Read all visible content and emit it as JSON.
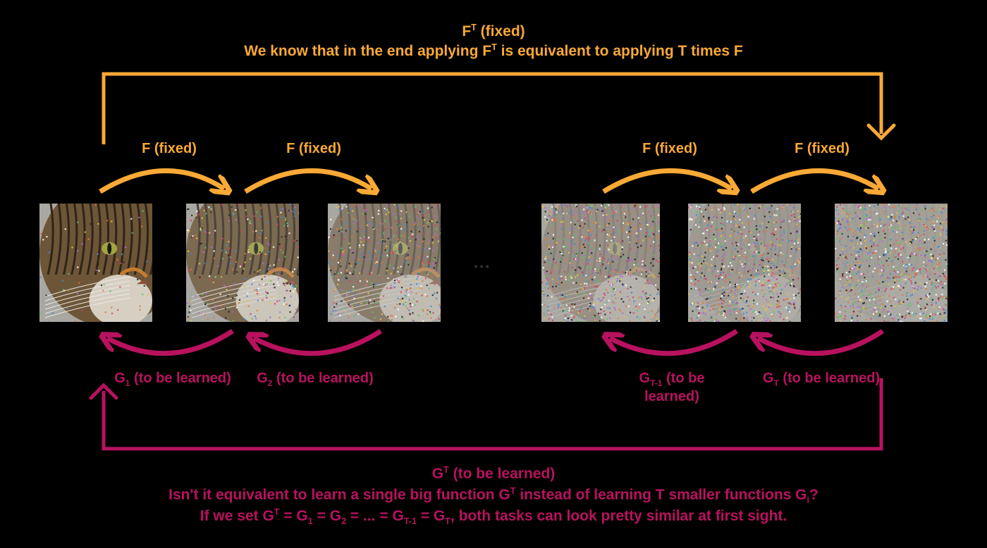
{
  "top": {
    "title_main": "F",
    "title_sup": "T",
    "title_rest": " (fixed)",
    "subtitle_pre": "We know that in the end applying F",
    "subtitle_sup": "T",
    "subtitle_post": " is equivalent to applying T times F"
  },
  "forward_labels": [
    "F (fixed)",
    "F (fixed)",
    "F (fixed)",
    "F (fixed)"
  ],
  "backward_labels": [
    {
      "sym": "G",
      "sub": "1",
      "text": " (to be learned)"
    },
    {
      "sym": "G",
      "sub": "2",
      "text": " (to be learned)"
    },
    {
      "sym": "G",
      "sub": "T-1",
      "text": " (to be learned)"
    },
    {
      "sym": "G",
      "sub": "T",
      "text": " (to be learned)"
    }
  ],
  "ellipsis": "...",
  "bottom": {
    "line1_pre": "G",
    "line1_sup": "T",
    "line1_post": " (to be learned)",
    "line2_a": "Isn't it equivalent to learn a single big function G",
    "line2_sup": "T",
    "line2_b": " instead of learning T smaller functions G",
    "line2_sub": "i",
    "line2_c": "?",
    "line3_a": "If we set G",
    "line3_sup": "T",
    "line3_b": " = G",
    "line3_sub1": "1",
    "line3_c": " = G",
    "line3_sub2": "2",
    "line3_d": " = ... = G",
    "line3_sub3": "T-1",
    "line3_e": " = G",
    "line3_sub4": "T",
    "line3_f": ", both tasks can look pretty similar at first sight."
  },
  "colors": {
    "forward": "#f9a935",
    "backward": "#b8125f",
    "background": "#000000"
  },
  "images": [
    {
      "name": "cat-image-clean",
      "noise": 0.05
    },
    {
      "name": "cat-image-noise-1",
      "noise": 0.3
    },
    {
      "name": "cat-image-noise-2",
      "noise": 0.55
    },
    {
      "name": "cat-image-noise-t-2",
      "noise": 0.8
    },
    {
      "name": "cat-image-noise-t-1",
      "noise": 0.93
    },
    {
      "name": "cat-image-noise-t",
      "noise": 1.0
    }
  ]
}
